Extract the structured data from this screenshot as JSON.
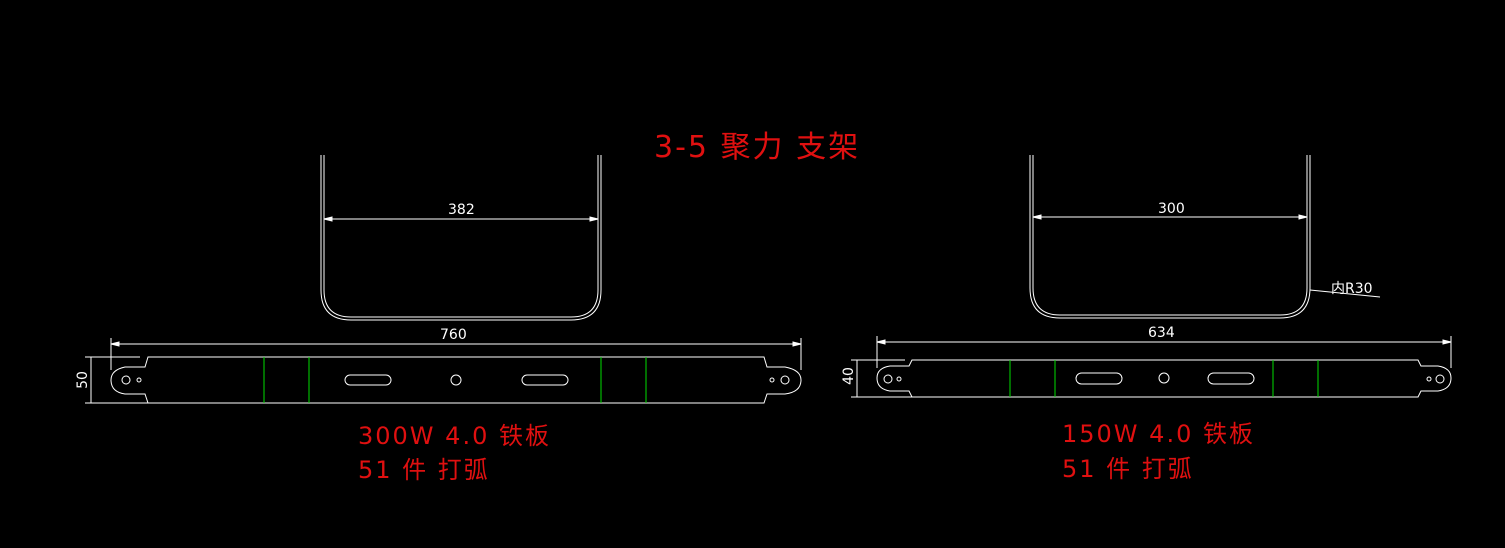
{
  "title": "3-5  聚力 支架",
  "colors": {
    "background": "#000000",
    "line": "#ffffff",
    "bend_line": "#00dd00",
    "note": "#e01010"
  },
  "left_part": {
    "width_dim": "382",
    "length_dim": "760",
    "height_dim": "50",
    "note_line1": "300W  4.0  铁板",
    "note_line2": "51 件  打弧"
  },
  "right_part": {
    "width_dim": "300",
    "length_dim": "634",
    "height_dim": "40",
    "radius_label": "内R30",
    "note_line1": "150W  4.0  铁板",
    "note_line2": "51 件  打弧"
  }
}
